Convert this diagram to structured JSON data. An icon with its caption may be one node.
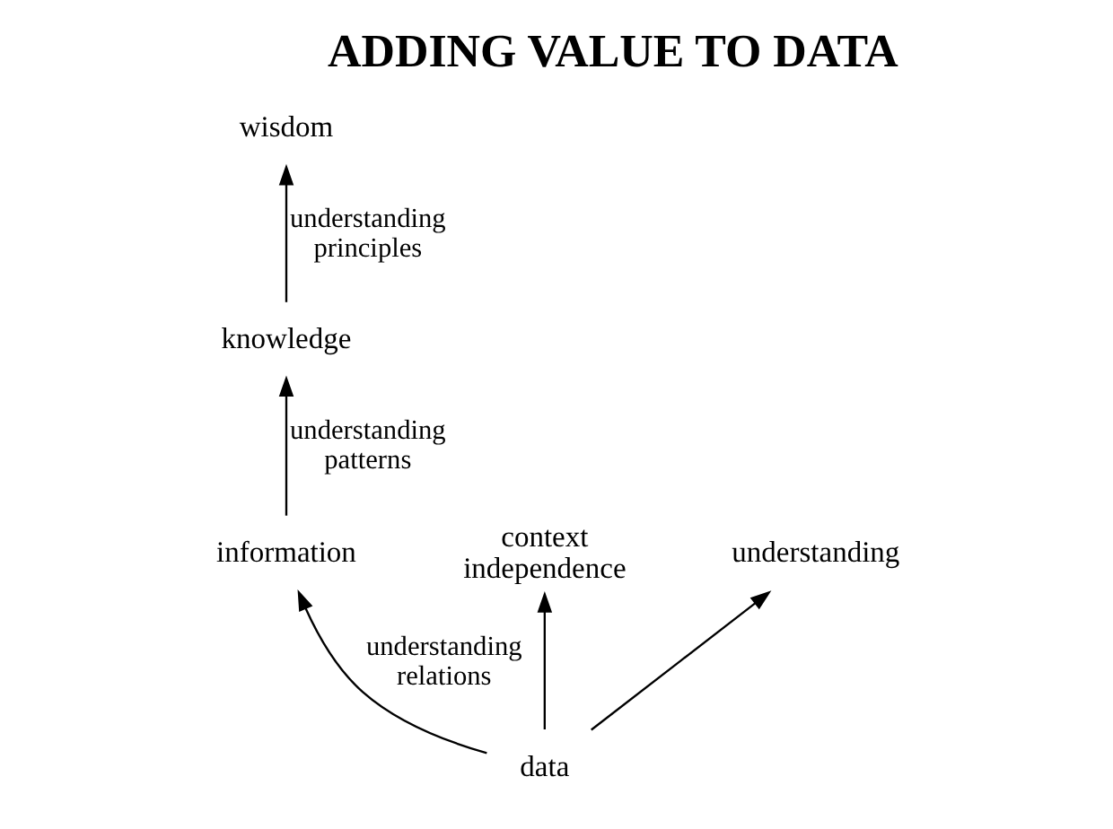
{
  "diagram": {
    "title": "ADDING VALUE TO DATA",
    "nodes": [
      {
        "text": [
          "data"
        ]
      },
      {
        "text": [
          "information"
        ]
      },
      {
        "text": [
          "knowledge"
        ]
      },
      {
        "text": [
          "wisdom"
        ]
      },
      {
        "text": [
          "context independence"
        ]
      },
      {
        "text": [
          "understanding"
        ]
      }
    ],
    "edges": [
      {
        "from": 0,
        "to": 1,
        "arrow": "to",
        "label": "understanding relations"
      },
      {
        "from": 1,
        "to": 2,
        "arrow": "to",
        "label": "understanding patterns"
      },
      {
        "from": 2,
        "to": 3,
        "arrow": "to",
        "label": "understanding principles"
      },
      {
        "from": 0,
        "to": 4,
        "arrow": "to"
      },
      {
        "from": 0,
        "to": 5,
        "arrow": "to"
      }
    ]
  }
}
